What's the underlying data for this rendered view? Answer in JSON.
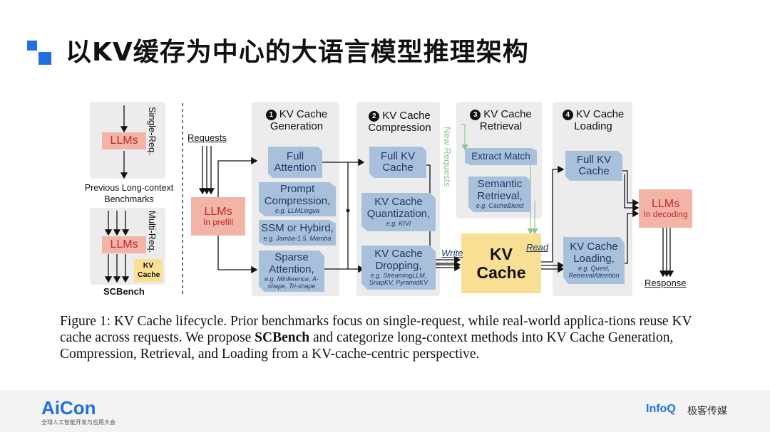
{
  "slide": {
    "title": "以KV缓存为中心的大语言模型推理架构"
  },
  "diagram": {
    "left": {
      "single_req": "Single-Req.",
      "multi_req": "Multi-Req.",
      "llms_top": "LLMs",
      "llms_bottom": "LLMs",
      "kv_cache": "KV Cache",
      "prev_benchmarks": "Previous Long-context Benchmarks",
      "scbench": "SCBench"
    },
    "requests": "Requests",
    "llms_prefill": {
      "title": "LLMs",
      "sub": "In prefill"
    },
    "stage1": {
      "num": "1",
      "title": "KV Cache Generation",
      "items": [
        {
          "title": "Full Attention",
          "sub": ""
        },
        {
          "title": "Prompt Compression,",
          "sub": "e.g. LLMLingua"
        },
        {
          "title": "SSM or Hybird,",
          "sub": "e.g. Jamba-1.5, Mamba"
        },
        {
          "title": "Sparse Attention,",
          "sub": "e.g. Minference, A-shape, Tri-shape"
        }
      ]
    },
    "stage2": {
      "num": "2",
      "title": "KV Cache Compression",
      "items": [
        {
          "title": "Full KV Cache",
          "sub": ""
        },
        {
          "title": "KV Cache Quantization,",
          "sub": "e.g. KIVI"
        },
        {
          "title": "KV Cache Dropping,",
          "sub": "e.g. StreamingLLM, SnapKV, PyramidKV"
        }
      ]
    },
    "stage3": {
      "num": "3",
      "title": "KV Cache Retrieval",
      "new_requests": "New Requests",
      "items": [
        {
          "title": "Extract Match",
          "sub": ""
        },
        {
          "title": "Semantic Retrieval,",
          "sub": "e.g. CacheBlend"
        }
      ]
    },
    "stage4": {
      "num": "4",
      "title": "KV Cache Loading",
      "items": [
        {
          "title": "Full KV Cache",
          "sub": ""
        },
        {
          "title": "KV Cache Loading,",
          "sub": "e.g. Quest, RetrievalAttention"
        }
      ]
    },
    "kv_cache_center": "KV Cache",
    "write": "Write",
    "read": "Read",
    "llms_decoding": {
      "title": "LLMs",
      "sub": "In decoding"
    },
    "response": "Response"
  },
  "caption": {
    "part1": "Figure 1: KV Cache lifecycle. Prior benchmarks focus on single-request, while real-world applica-tions reuse KV cache across requests. We propose ",
    "bold": "SCBench",
    "part2": " and categorize long-context methods into KV Cache Generation, Compression, Retrieval, and Loading from a KV-cache-centric perspective."
  },
  "footer": {
    "aicon": "AiCon",
    "aicon_sub": "全球人工智能开发与应用大会",
    "infoq": "InfoQ",
    "infoq_cn": "极客传媒"
  },
  "colors": {
    "accent": "#1f6fe0",
    "blue_box": "#a9c0db",
    "pink_box": "#f2b4a6",
    "yellow_box": "#f8df93",
    "panel": "#ececec"
  }
}
